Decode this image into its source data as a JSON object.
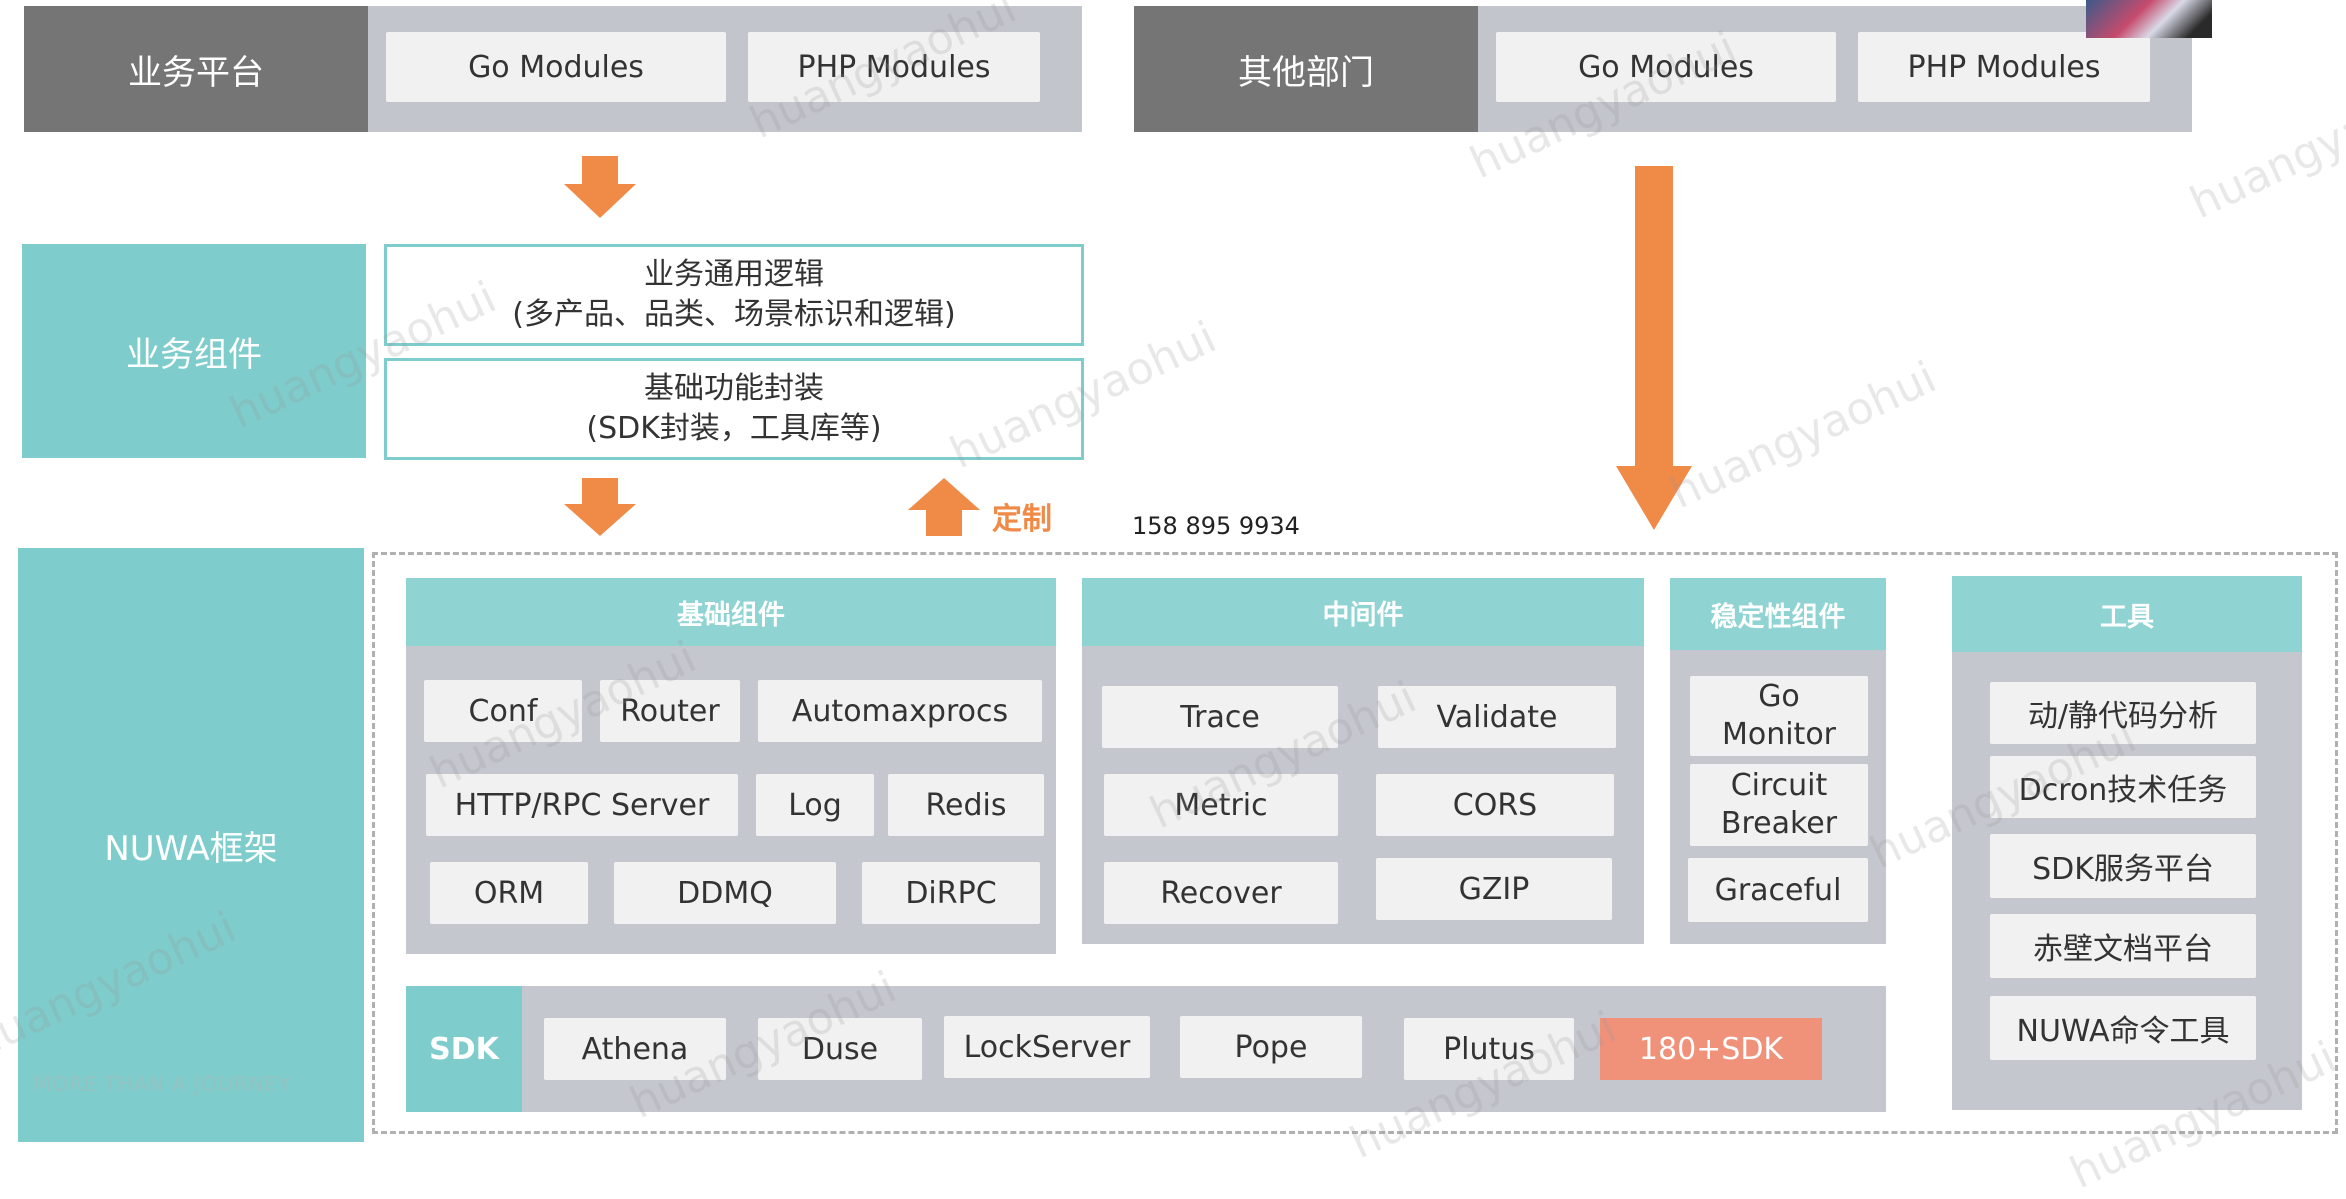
{
  "top": {
    "business_platform": {
      "label": "业务平台",
      "modules": [
        "Go Modules",
        "PHP Modules"
      ]
    },
    "other_departments": {
      "label": "其他部门",
      "modules": [
        "Go Modules",
        "PHP Modules"
      ]
    }
  },
  "business_components": {
    "label": "业务组件",
    "boxes": [
      {
        "line1": "业务通用逻辑",
        "line2": "(多产品、品类、场景标识和逻辑)"
      },
      {
        "line1": "基础功能封装",
        "line2": "(SDK封装，工具库等)"
      }
    ]
  },
  "customize_label": "定制",
  "phone": "158 895 9934",
  "nuwa": {
    "label": "NUWA框架",
    "basic": {
      "title": "基础组件",
      "rows": [
        [
          "Conf",
          "Router",
          "Automaxprocs"
        ],
        [
          "HTTP/RPC Server",
          "Log",
          "Redis"
        ],
        [
          "ORM",
          "DDMQ",
          "DiRPC"
        ]
      ]
    },
    "middleware": {
      "title": "中间件",
      "rows": [
        [
          "Trace",
          "Validate"
        ],
        [
          "Metric",
          "CORS"
        ],
        [
          "Recover",
          "GZIP"
        ]
      ]
    },
    "stability": {
      "title": "稳定性组件",
      "items": [
        [
          "Go",
          "Monitor"
        ],
        [
          "Circuit",
          "Breaker"
        ],
        [
          "Graceful"
        ]
      ]
    },
    "tools": {
      "title": "工具",
      "items": [
        "动/静代码分析",
        "Dcron技术任务",
        "SDK服务平台",
        "赤壁文档平台",
        "NUWA命令工具"
      ]
    },
    "sdk": {
      "label": "SDK",
      "items": [
        "Athena",
        "Duse",
        "LockServer",
        "Pope",
        "Plutus"
      ],
      "highlight": "180+SDK"
    }
  },
  "watermark": "huangyaohui",
  "footer_watermark": "MORE THAN A JOURNEY",
  "colors": {
    "teal": "#7fcccc",
    "orange": "#ef8a47",
    "gray_tag": "#757575",
    "highlight": "#f0917a"
  }
}
